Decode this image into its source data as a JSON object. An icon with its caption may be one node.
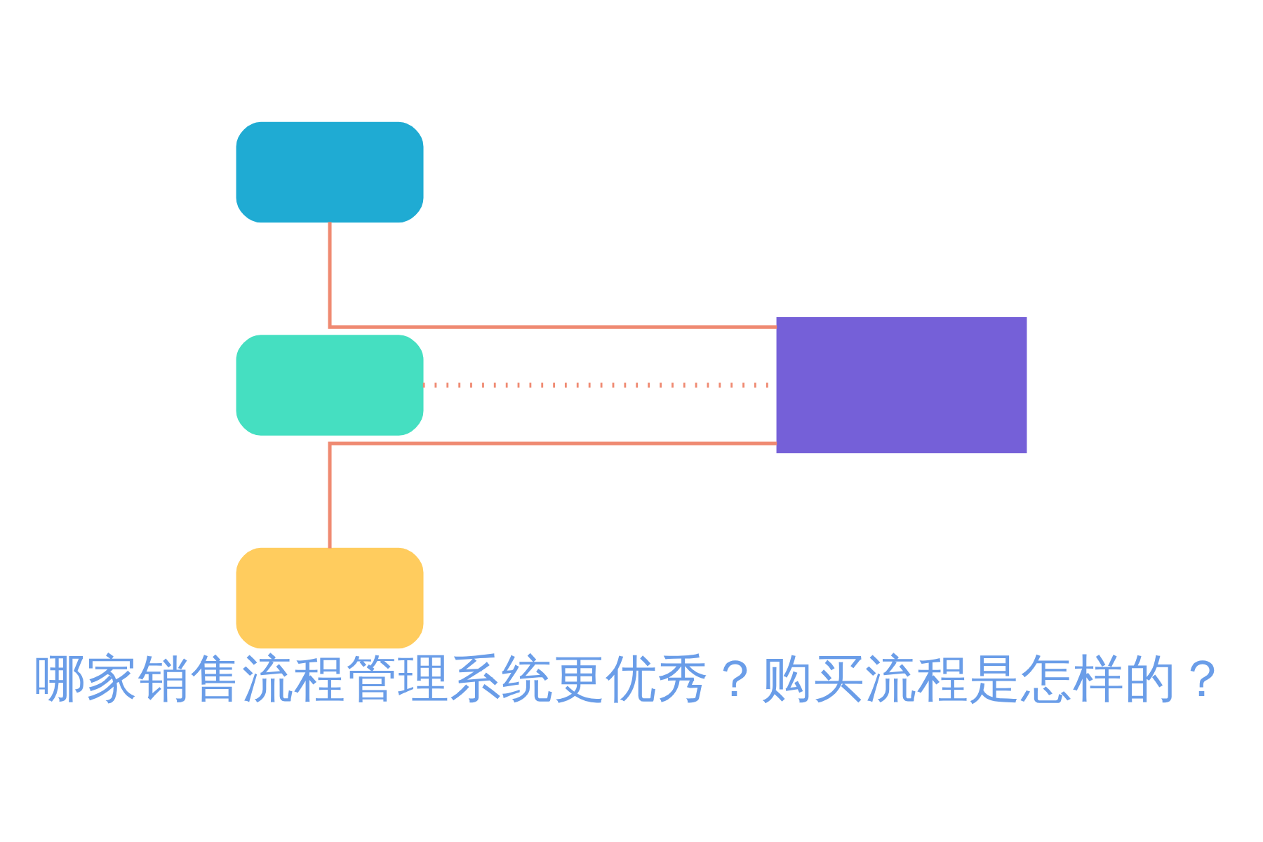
{
  "diagram": {
    "title": "哪家销售流程管理系统更优秀？购买流程是怎样的？",
    "nodes": [
      {
        "text": [],
        "shape": "box"
      },
      {
        "text": [],
        "shape": "box"
      },
      {
        "text": [],
        "shape": "box"
      },
      {
        "text": [],
        "shape": "box"
      }
    ],
    "edges": [
      {
        "from": 0,
        "to": 3,
        "arrow": "none"
      },
      {
        "from": 1,
        "to": 3,
        "arrow": "none",
        "style": "dashed"
      },
      {
        "from": 2,
        "to": 3,
        "arrow": "none"
      }
    ]
  }
}
